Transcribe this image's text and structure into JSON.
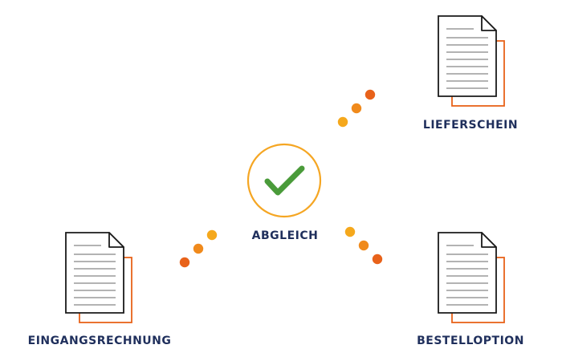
{
  "diagram": {
    "center_label": "ABGLEICH",
    "documents": {
      "top_right": "LIEFERSCHEIN",
      "bottom_left": "EINGANGSRECHNUNG",
      "bottom_right": "BESTELLOPTION"
    }
  },
  "colors": {
    "label_text": "#1f2f5c",
    "check": "#4a9b3a",
    "circle": "#f5a623",
    "dot_light": "#f5a81c",
    "dot_mid": "#f08a1c",
    "dot_dark": "#e8621a",
    "doc_back": "#e8621a",
    "doc_front": "#1a1a1a",
    "doc_lines": "#9a9a9a"
  }
}
